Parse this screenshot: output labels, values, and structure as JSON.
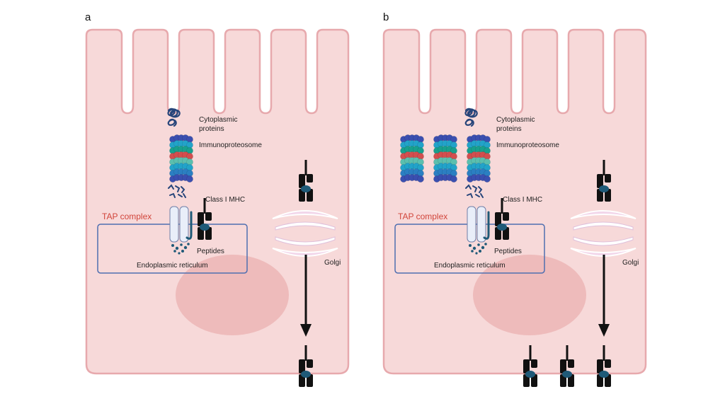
{
  "colors": {
    "cell_fill": "#f7d9d9",
    "cell_stroke": "#e7a9ad",
    "nucleus": "#ecb5b5",
    "er_box": "#4f6fb0",
    "tap_label": "#d1453b",
    "golgi": "#f2d6ea",
    "mhc": "#111111",
    "peptide": "#1f5a78",
    "protein": "#27457a",
    "proteasome_ring_colors": [
      "#3a4fb0",
      "#22a3c9",
      "#17a08e",
      "#d34e4e",
      "#5bbfae",
      "#22a3c9",
      "#2b7fc2",
      "#3a4fb0"
    ]
  },
  "icons": {
    "mhc": "mhc-class-i-molecule-icon",
    "proteasome": "immunoproteasome-icon",
    "protein": "cytoplasmic-protein-coil-icon",
    "peptides": "peptide-fragments-icon",
    "tap": "tap-transporter-icon",
    "golgi": "golgi-apparatus-icon",
    "arrow": "transport-arrow-icon"
  },
  "panels": [
    {
      "letter": "a",
      "labels": {
        "cytoplasmic": "Cytoplasmic",
        "proteins": "proteins",
        "immunoproteosome": "Immunoproteosome",
        "class_i_mhc": "Class I MHC",
        "tap_complex": "TAP complex",
        "peptides": "Peptides",
        "er": "Endoplasmic reticulum",
        "golgi": "Golgi"
      },
      "proteasome_count": 1,
      "surface_mhc_count": 1
    },
    {
      "letter": "b",
      "labels": {
        "cytoplasmic": "Cytoplasmic",
        "proteins": "proteins",
        "immunoproteosome": "Immunoproteosome",
        "class_i_mhc": "Class I MHC",
        "tap_complex": "TAP complex",
        "peptides": "Peptides",
        "er": "Endoplasmic reticulum",
        "golgi": "Golgi"
      },
      "proteasome_count": 3,
      "surface_mhc_count": 3
    }
  ]
}
